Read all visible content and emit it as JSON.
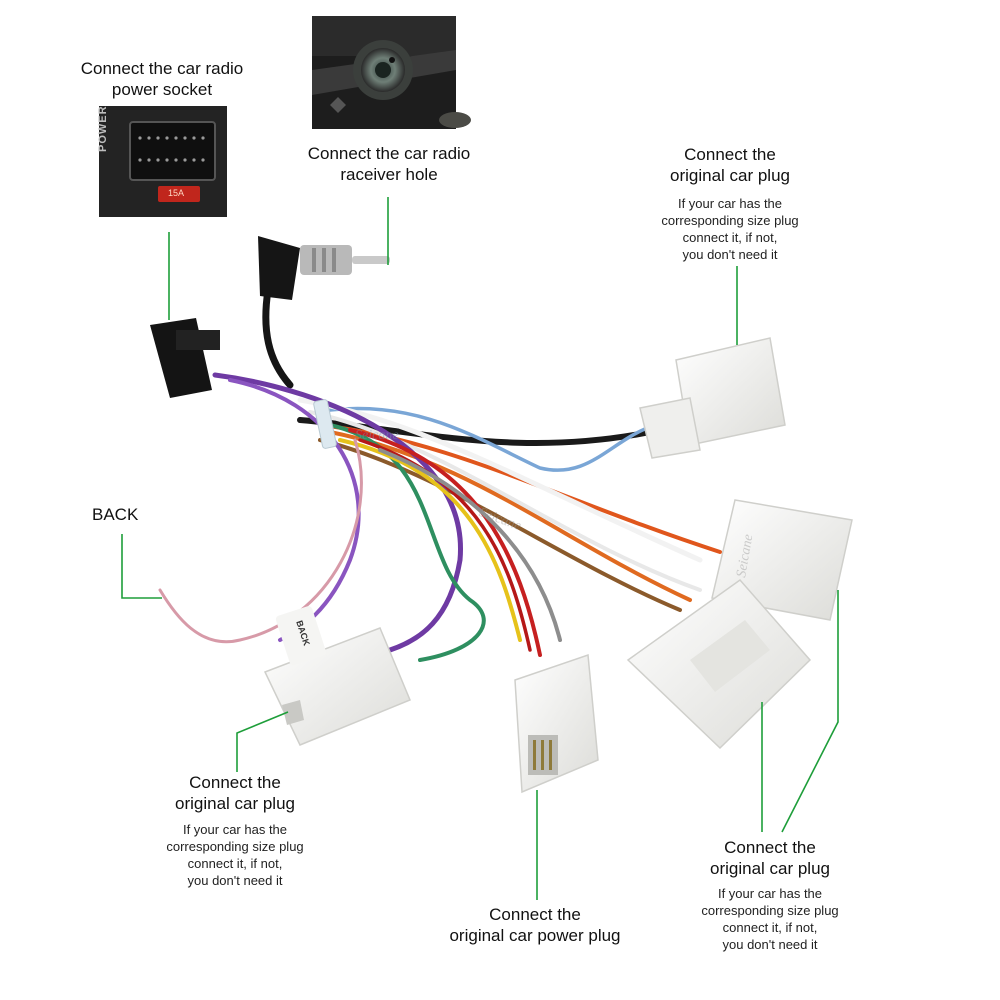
{
  "labels": {
    "power_socket": "Connect the car radio\npower socket",
    "receiver_hole": "Connect the  car radio\nraceiver hole",
    "top_right_plug": "Connect the\noriginal car plug",
    "top_right_note": "If your car has the\ncorresponding size plug\nconnect it, if not,\nyou don't need it",
    "back": "BACK",
    "left_plug": "Connect the\noriginal car plug",
    "left_plug_note": "If your car has the\ncorresponding size plug\nconnect it, if not,\nyou don't need it",
    "power_plug": "Connect the\noriginal car power plug",
    "right_plug": "Connect the\noriginal car plug",
    "right_plug_note": "If your car has the\ncorresponding size plug\nconnect it, if not,\nyou don't need it"
  },
  "inset_text": {
    "power_panel": "POWER",
    "fuse": "15A"
  },
  "tags": {
    "back_tag": "BACK"
  },
  "watermark": "Seicane",
  "colors": {
    "leader_line": "#1e9e3a",
    "connector": "#f3f3f1",
    "connector_shade": "#d9d9d6"
  }
}
